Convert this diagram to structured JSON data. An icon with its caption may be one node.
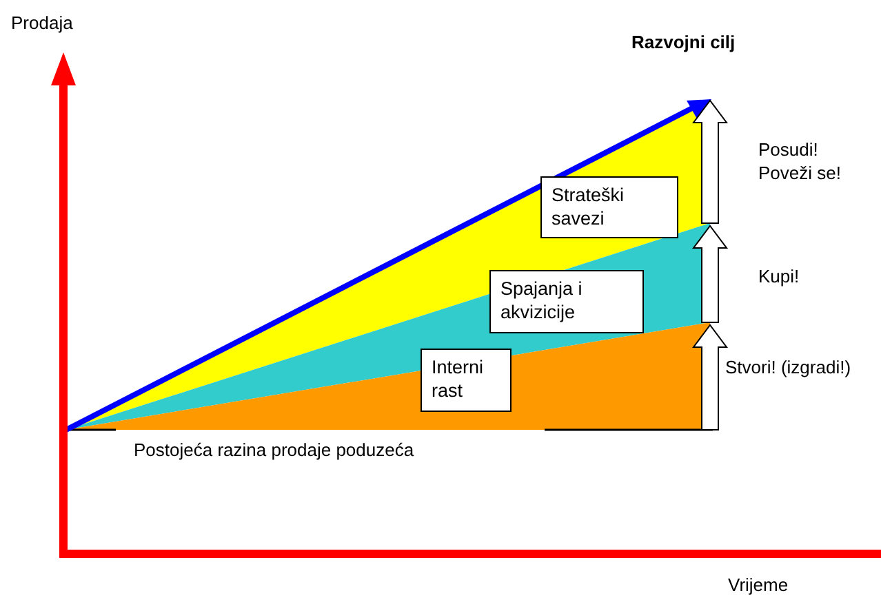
{
  "diagram": {
    "nodes": [
      {
        "text": [
          "Strateški savezi"
        ]
      },
      {
        "text": [
          "Spajanja i akvizicije"
        ]
      },
      {
        "text": [
          "Interni rast"
        ]
      }
    ],
    "edges": [],
    "labels": [
      "Prodaja",
      "Razvojni cilj",
      "Posudi! Poveži se!",
      "Kupi!",
      "Stvori! (izgradi!)",
      "Postojeća razina prodaje poduzeća",
      "Vrijeme"
    ]
  }
}
